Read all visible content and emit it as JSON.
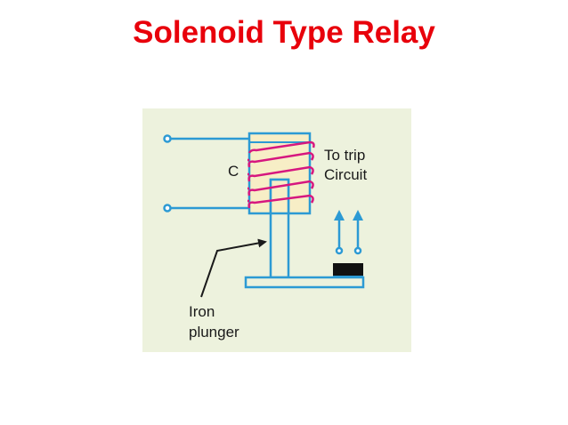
{
  "slide": {
    "title": "Solenoid Type Relay"
  },
  "diagram": {
    "coil_label": "C",
    "trip_label_line1": "To trip",
    "trip_label_line2": "Circuit",
    "plunger_label_line1": "Iron",
    "plunger_label_line2": "plunger"
  },
  "colors": {
    "title": "#e8000b",
    "panel_background": "#edf2dd",
    "wire": "#2c9ad4",
    "coil_winding": "#d6177f",
    "core_fill": "#f7eec6",
    "contact_block": "#111111",
    "label_text": "#1a1a1a"
  }
}
